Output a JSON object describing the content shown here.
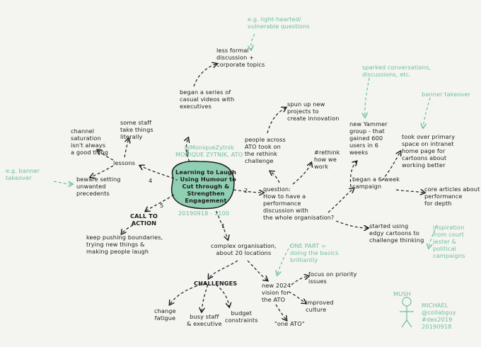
{
  "colors": {
    "ink": "#1e1e1e",
    "accent": "#6fbf9e",
    "center_fill": "#8fd0b3",
    "paper": "#f4f4f0"
  },
  "center": {
    "author": "@MoniqueZytnik\nMONIQUE ZYTNIK, ATO",
    "title": "Learning to Laugh\n- Using Humour to\nCut through &\nStrengthen\nEngagement",
    "code": "20190918 - 1100"
  },
  "branch_numbers": {
    "one": "1",
    "two": "2",
    "three": "3",
    "four": "4",
    "five": "5"
  },
  "branch1": {
    "main": "complex organisation,\nabout 20 locations",
    "challenges_label": "CHALLENGES",
    "challenges": [
      "change\nfatigue",
      "busy staff\n& executive",
      "budget\nconstraints"
    ],
    "vision": "new 2024\nvision for\nthe ATO",
    "vision_items": [
      "focus on priority\nissues",
      "improved\nculture",
      "\"one ATO\""
    ],
    "one_part": "ONE PART =\ndoing the basics\nbrilliantly"
  },
  "branch2": {
    "question": "question:\nHow to have a\nperformance\ndiscussion with\nthe whole organisation?",
    "people": "people across\nATO took on\nthe rethink\nchallenge",
    "spun": "spun up new\nprojects to\ncreate innovation",
    "hashtag": "#rethink\nhow we\nwork",
    "campaign": "began a 6-week\ncampaign",
    "yammer": "new Yammer\ngroup - that\ngained 600\nusers in 6\nweeks",
    "sparked": "sparked conversations,\ndiscussions, etc.",
    "took_over": "took over primary\nspace on intranet\nhome page for\ncartoons about\nworking better",
    "banner": "banner takeover",
    "core": "core articles about\nperformance\nfor depth",
    "edgy": "started using\nedgy cartoons to\nchallenge thinking",
    "inspiration": "inspiration\nfrom court\njester &\npolitical\ncampaigns"
  },
  "branch3": {
    "series": "began a series of\ncasual videos with\nexecutives",
    "less_formal": "less formal\ndiscussion +\ncorporate topics",
    "eg_light": "e.g. light-hearted/\nvulnerable questions"
  },
  "branch4": {
    "lessons": "lessons",
    "channel": "channel\nsaturation\nisn't always\na good thing",
    "some_staff": "some staff\ntake things\nliterally",
    "beware": "beware setting\nunwanted\nprecedents",
    "eg_banner": "e.g. banner\ntakeover"
  },
  "branch5": {
    "call": "CALL TO\nACTION",
    "keep": "keep pushing boundaries,\ntrying new things &\nmaking people laugh"
  },
  "signature": {
    "label": "MUSH",
    "name": "MICHAEL\n@collabguy\n#dex2019\n20190918"
  }
}
